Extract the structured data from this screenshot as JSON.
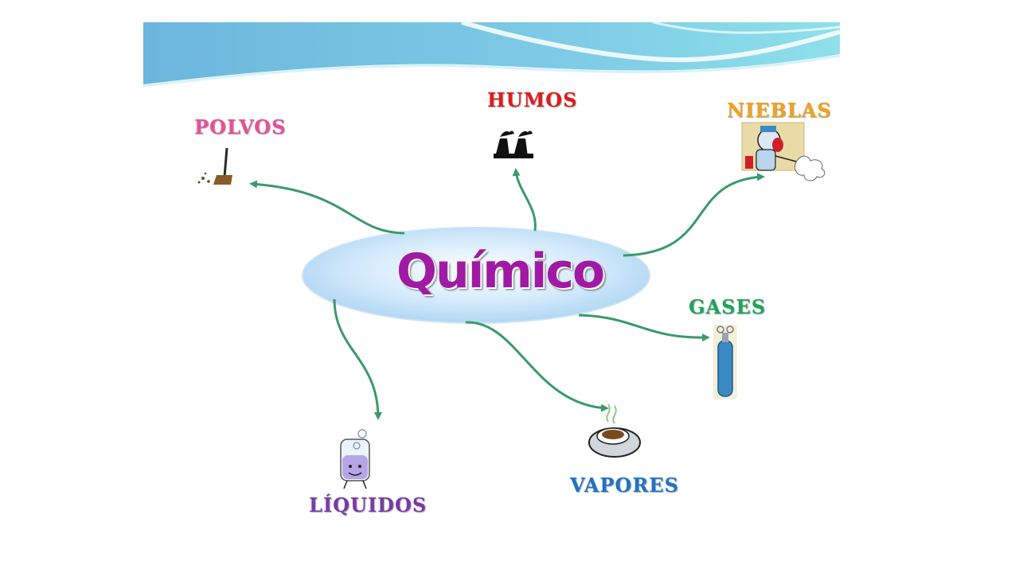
{
  "diagram": {
    "center": {
      "label": "Químico"
    },
    "nodes": [
      {
        "id": "polvos",
        "label": "POLVOS",
        "color": "#e8509a",
        "icon": "broom-icon"
      },
      {
        "id": "humos",
        "label": "HUMOS",
        "color": "#e01b1b",
        "icon": "factory-icon"
      },
      {
        "id": "nieblas",
        "label": "NIEBLAS",
        "color": "#f2a21b",
        "icon": "sprayer-icon"
      },
      {
        "id": "gases",
        "label": "GASES",
        "color": "#1fa45a",
        "icon": "gas-cylinder-icon"
      },
      {
        "id": "vapores",
        "label": "VAPORES",
        "color": "#1f74c4",
        "icon": "steaming-cup-icon"
      },
      {
        "id": "liquidos",
        "label": "LÍQUIDOS",
        "color": "#7a3aa6",
        "icon": "beaker-icon"
      }
    ],
    "arrow_color": "#3a9a6a",
    "ellipse_color": "#a9d2f2"
  }
}
